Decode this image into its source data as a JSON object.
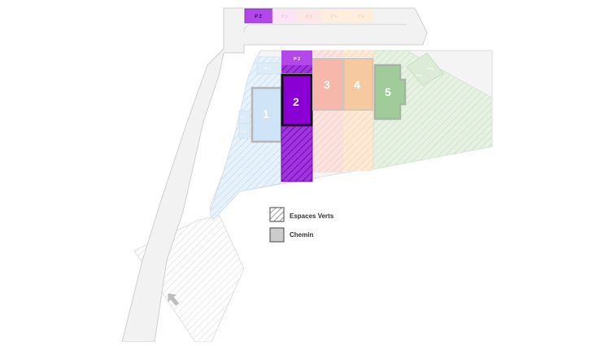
{
  "parking_row": {
    "selected": "P 2",
    "spots": [
      "P 3",
      "P 3",
      "P 4",
      "P 4"
    ]
  },
  "lots": [
    {
      "id": "1",
      "label": "1",
      "color": "#cfe5f7",
      "state": "faded"
    },
    {
      "id": "2",
      "label": "2",
      "color": "#8a00d4",
      "state": "selected"
    },
    {
      "id": "3",
      "label": "3",
      "color": "#f7b8ab",
      "state": "faded"
    },
    {
      "id": "4",
      "label": "4",
      "color": "#f7c9a0",
      "state": "faded"
    },
    {
      "id": "5",
      "label": "5",
      "color": "#9fcc98",
      "state": "faded"
    }
  ],
  "lot2_parking": "P 2",
  "small_spots": {
    "lot1_left_top": "P 1",
    "lot1_left_bottom": "P 1",
    "lot1_top": "P 1",
    "lot5_right_a": "P 5",
    "lot5_right_b": "P 5"
  },
  "legend": {
    "espaces_verts": "Espaces Verts",
    "chemin": "Chemin"
  },
  "colors": {
    "selected": "#8a00d4",
    "chemin": "#cccccc",
    "road": "#f2f2f2",
    "road_outline": "#cfcfcf"
  }
}
